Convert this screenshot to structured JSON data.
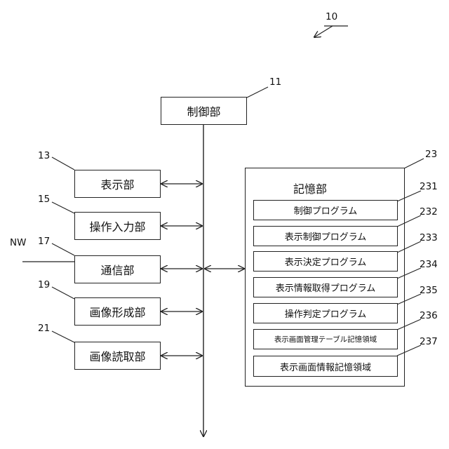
{
  "figure_number": "10",
  "controller": {
    "label": "制御部",
    "ref": "11"
  },
  "bus_left_units": [
    {
      "label": "表示部",
      "ref": "13"
    },
    {
      "label": "操作入力部",
      "ref": "15"
    },
    {
      "label": "通信部",
      "ref": "17"
    },
    {
      "label": "画像形成部",
      "ref": "19"
    },
    {
      "label": "画像読取部",
      "ref": "21"
    }
  ],
  "network": {
    "label": "NW"
  },
  "storage": {
    "label": "記憶部",
    "ref": "23",
    "items": [
      {
        "label": "制御プログラム",
        "ref": "231"
      },
      {
        "label": "表示制御プログラム",
        "ref": "232"
      },
      {
        "label": "表示決定プログラム",
        "ref": "233"
      },
      {
        "label": "表示情報取得プログラム",
        "ref": "234"
      },
      {
        "label": "操作判定プログラム",
        "ref": "235"
      },
      {
        "label": "表示画面管理テーブル記憶領域",
        "ref": "236"
      },
      {
        "label": "表示画面情報記憶領域",
        "ref": "237"
      }
    ]
  }
}
